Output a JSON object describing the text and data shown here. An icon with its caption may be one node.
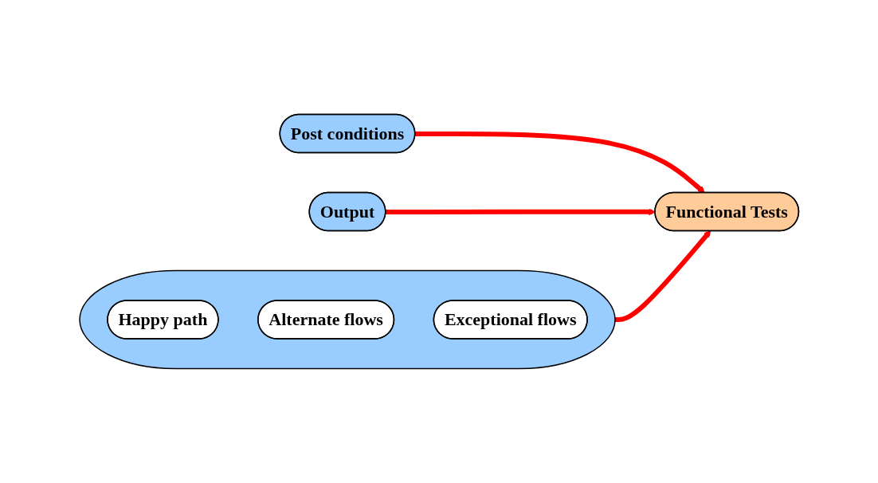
{
  "diagram": {
    "nodes": [
      {
        "text": [],
        "shape": "ellipse"
      },
      {
        "text": [
          "Happy path"
        ],
        "in": 0
      },
      {
        "text": [
          "Alternate flows"
        ],
        "in": 0
      },
      {
        "text": [
          "Exceptional flows"
        ],
        "in": 0
      },
      {
        "text": [
          "Post conditions"
        ]
      },
      {
        "text": [
          "Functional Tests"
        ]
      },
      {
        "text": [
          "Output"
        ]
      }
    ],
    "edges": [
      {
        "from": 0,
        "to": 5,
        "arrow": "to"
      },
      {
        "from": 4,
        "to": 5,
        "arrow": "to"
      },
      {
        "from": 6,
        "to": 5,
        "arrow": "to"
      }
    ]
  }
}
